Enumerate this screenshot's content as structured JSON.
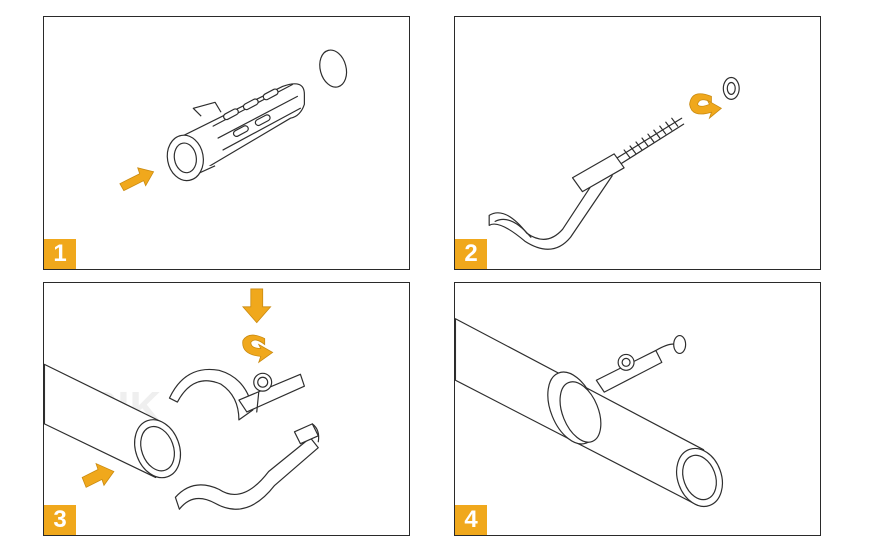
{
  "steps": [
    {
      "number": "1"
    },
    {
      "number": "2"
    },
    {
      "number": "3"
    },
    {
      "number": "4"
    }
  ],
  "colors": {
    "accent": "#f0a81c",
    "line": "#2e2e2e",
    "border": "#2a2a2a"
  },
  "icons": {
    "arrow": "orange-direction-arrow-icon",
    "rotate": "orange-rotate-arrow-icon"
  }
}
